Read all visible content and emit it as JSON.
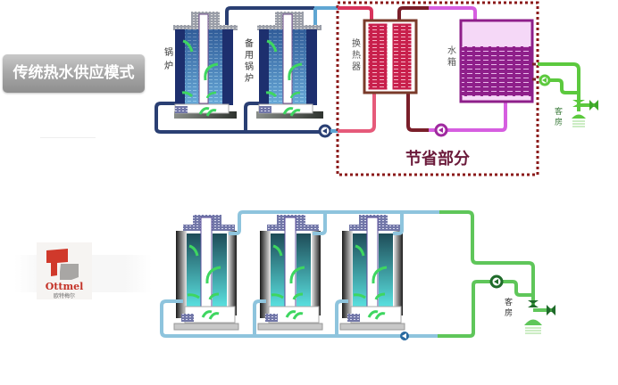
{
  "title_badge": {
    "label": "传统热水供应模式"
  },
  "traditional": {
    "boiler_label": [
      "锅",
      "炉"
    ],
    "backup_boiler_label": [
      "备",
      "用",
      "锅",
      "炉"
    ],
    "heat_exchanger_label": [
      "换",
      "热",
      "器"
    ],
    "water_tank_label": [
      "水",
      "箱"
    ],
    "guest_room_label": [
      "客",
      "房"
    ],
    "savings_label": "节省部分"
  },
  "ottmel": {
    "logo": {
      "brand": "Ottmel",
      "brand_cn": "欧特梅尔"
    },
    "boiler_count": 3,
    "guest_room_label": [
      "客",
      "房"
    ]
  },
  "colors": {
    "traditional_pipe": "#2a3f73",
    "traditional_pipe_light": "#5fa6d3",
    "exchanger_hot": "#d8345c",
    "exchanger_dark": "#7a1f2a",
    "tank_purple": "#8e1f8a",
    "tank_pipe": "#d65ee0",
    "savings_border": "#8b1a1a",
    "green_pipe": "#5cc93e",
    "ottmel_pipe": "#8ec4dd",
    "ottmel_green": "#5fc65a",
    "logo_red": "#d0392b",
    "logo_gray": "#a8a6a4"
  }
}
